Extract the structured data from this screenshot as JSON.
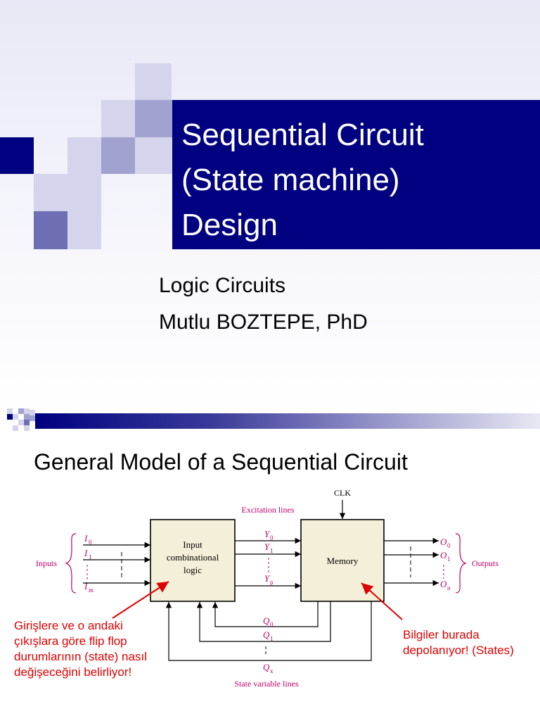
{
  "slide1": {
    "title_lines": [
      "Sequential Circuit",
      "(State machine)",
      "Design"
    ],
    "subtitle_lines": [
      "Logic Circuits",
      "Mutlu BOZTEPE, PhD"
    ],
    "colors": {
      "band": "#000080",
      "square_light": "#d4d4ec",
      "square_mid": "#a2a2d0",
      "square_dark": "#6e6eb4"
    }
  },
  "slide2": {
    "heading": "General Model of a Sequential Circuit",
    "diagram": {
      "clk": "CLK",
      "excitation_lines": "Excitation lines",
      "input_block_lines": [
        "Input",
        "combinational",
        "logic"
      ],
      "memory_block": "Memory",
      "inputs_label": "Inputs",
      "outputs_label": "Outputs",
      "input_labels": [
        "I",
        "I",
        "I"
      ],
      "input_subs": [
        "0",
        "1",
        "m"
      ],
      "y_labels": [
        "Y",
        "Y",
        "Y"
      ],
      "y_subs": [
        "0",
        "1",
        "p"
      ],
      "output_labels": [
        "O",
        "O",
        "O"
      ],
      "output_subs": [
        "0",
        "1",
        "n"
      ],
      "q_labels": [
        "Q",
        "Q",
        "Q"
      ],
      "q_subs": [
        "0",
        "1",
        "x"
      ],
      "state_variable_lines": "State variable lines"
    },
    "note_left": "Girişlere ve o andaki çıkışlara göre flip flop durumlarının (state) nasıl değişeceğini belirliyor!",
    "note_right": "Bilgiler burada depolanıyor! (States)",
    "colors": {
      "label": "#c0006a",
      "note": "#e00000",
      "block_fill": "#f3efd8"
    }
  }
}
